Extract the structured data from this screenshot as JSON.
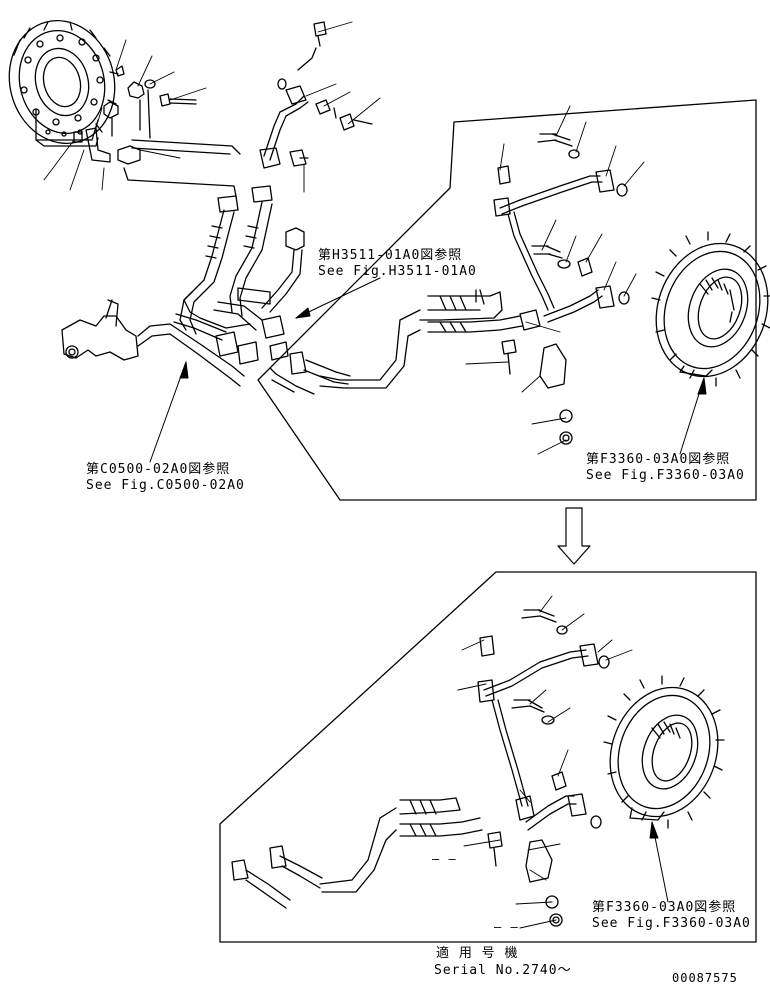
{
  "callouts": {
    "ref_h3511_jp": "第H3511-01A0図参照",
    "ref_h3511_en": "See Fig.H3511-01A0",
    "ref_c0500_jp": "第C0500-02A0図参照",
    "ref_c0500_en": "See Fig.C0500-02A0",
    "ref_f3360_top_jp": "第F3360-03A0図参照",
    "ref_f3360_top_en": "See Fig.F3360-03A0",
    "ref_f3360_bottom_jp": "第F3360-03A0図参照",
    "ref_f3360_bottom_en": "See Fig.F3360-03A0"
  },
  "serial": {
    "title_jp": "適 用 号 機",
    "serial_text": "Serial No.2740～"
  },
  "drawing_number": "00087575",
  "dash_marks": [
    "– –",
    "– –"
  ],
  "arrow_glyph": "⇩"
}
